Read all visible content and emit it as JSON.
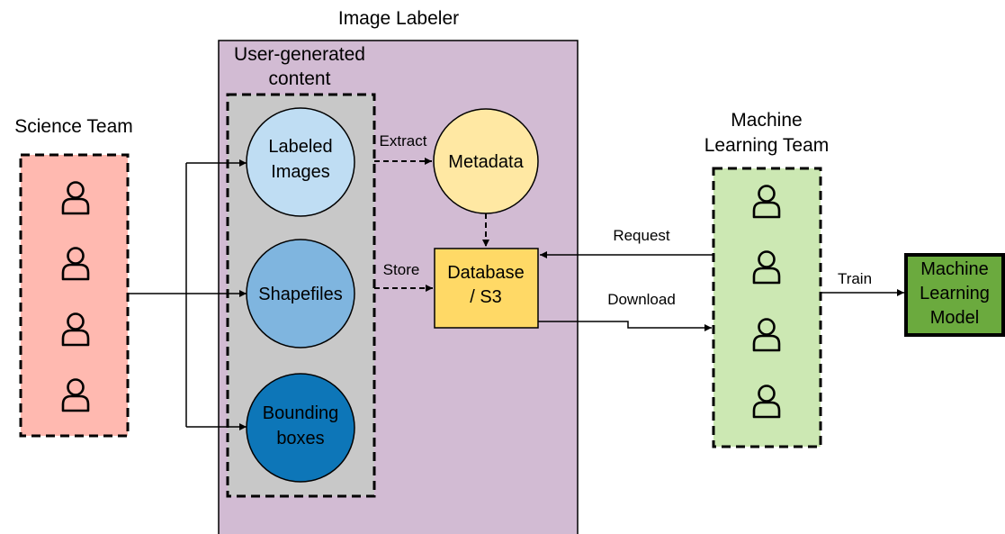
{
  "title": "Image Labeler",
  "science_team": {
    "label": "Science Team"
  },
  "ml_team": {
    "label_line1": "Machine",
    "label_line2": "Learning Team"
  },
  "user_content": {
    "label_line1": "User-generated",
    "label_line2": "content"
  },
  "nodes": {
    "labeled_images": {
      "line1": "Labeled",
      "line2": "Images"
    },
    "shapefiles": {
      "line1": "Shapefiles"
    },
    "bounding_boxes": {
      "line1": "Bounding",
      "line2": "boxes"
    },
    "metadata": {
      "line1": "Metadata"
    },
    "database": {
      "line1": "Database",
      "line2": "/ S3"
    },
    "ml_model": {
      "line1": "Machine",
      "line2": "Learning",
      "line3": "Model"
    }
  },
  "edges": {
    "extract": "Extract",
    "store": "Store",
    "request": "Request",
    "download": "Download",
    "train": "Train"
  },
  "colors": {
    "image_labeler_bg": "#D2BBD3",
    "user_content_bg": "#C8C8C8",
    "science_team_bg": "#FFB9B0",
    "ml_team_bg": "#CCE8B3",
    "labeled_images": "#BFDDF3",
    "shapefiles": "#7FB5DF",
    "bounding_boxes": "#0D76B8",
    "metadata": "#FFE8A3",
    "database": "#FFD966",
    "ml_model": "#6BAA3E"
  },
  "icons": [
    "person-icon"
  ]
}
